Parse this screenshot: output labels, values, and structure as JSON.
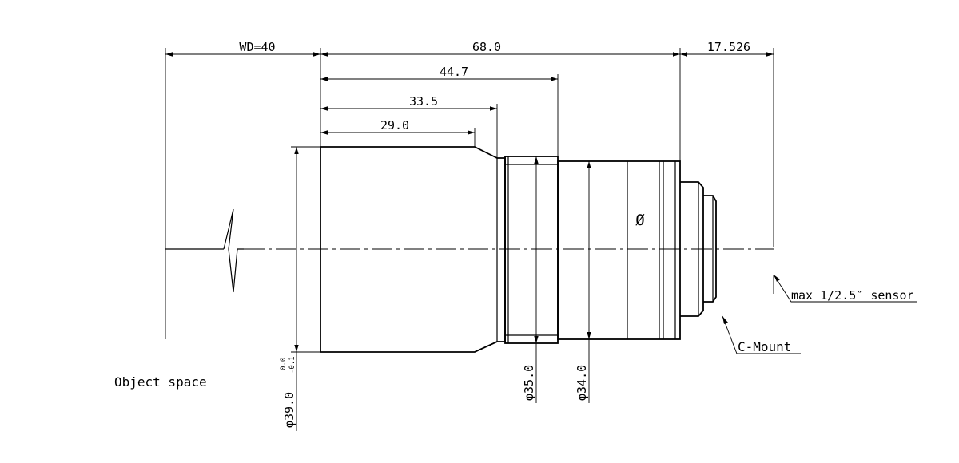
{
  "dimensions": {
    "working_distance": "WD=40",
    "overall_length": "68.0",
    "flange_distance": "17.526",
    "length_1": "44.7",
    "length_2": "33.5",
    "length_3": "29.0"
  },
  "diameters": {
    "front_barrel": "φ39.0",
    "tolerance_upper": "0.0",
    "tolerance_lower": "-0.1",
    "middle_ring": "φ35.0",
    "rear_barrel": "φ34.0"
  },
  "labels": {
    "object_space": "Object space",
    "sensor": "max 1/2.5″ sensor",
    "mount": "C-Mount"
  },
  "marks": {
    "iris_symbol": "Ø"
  }
}
